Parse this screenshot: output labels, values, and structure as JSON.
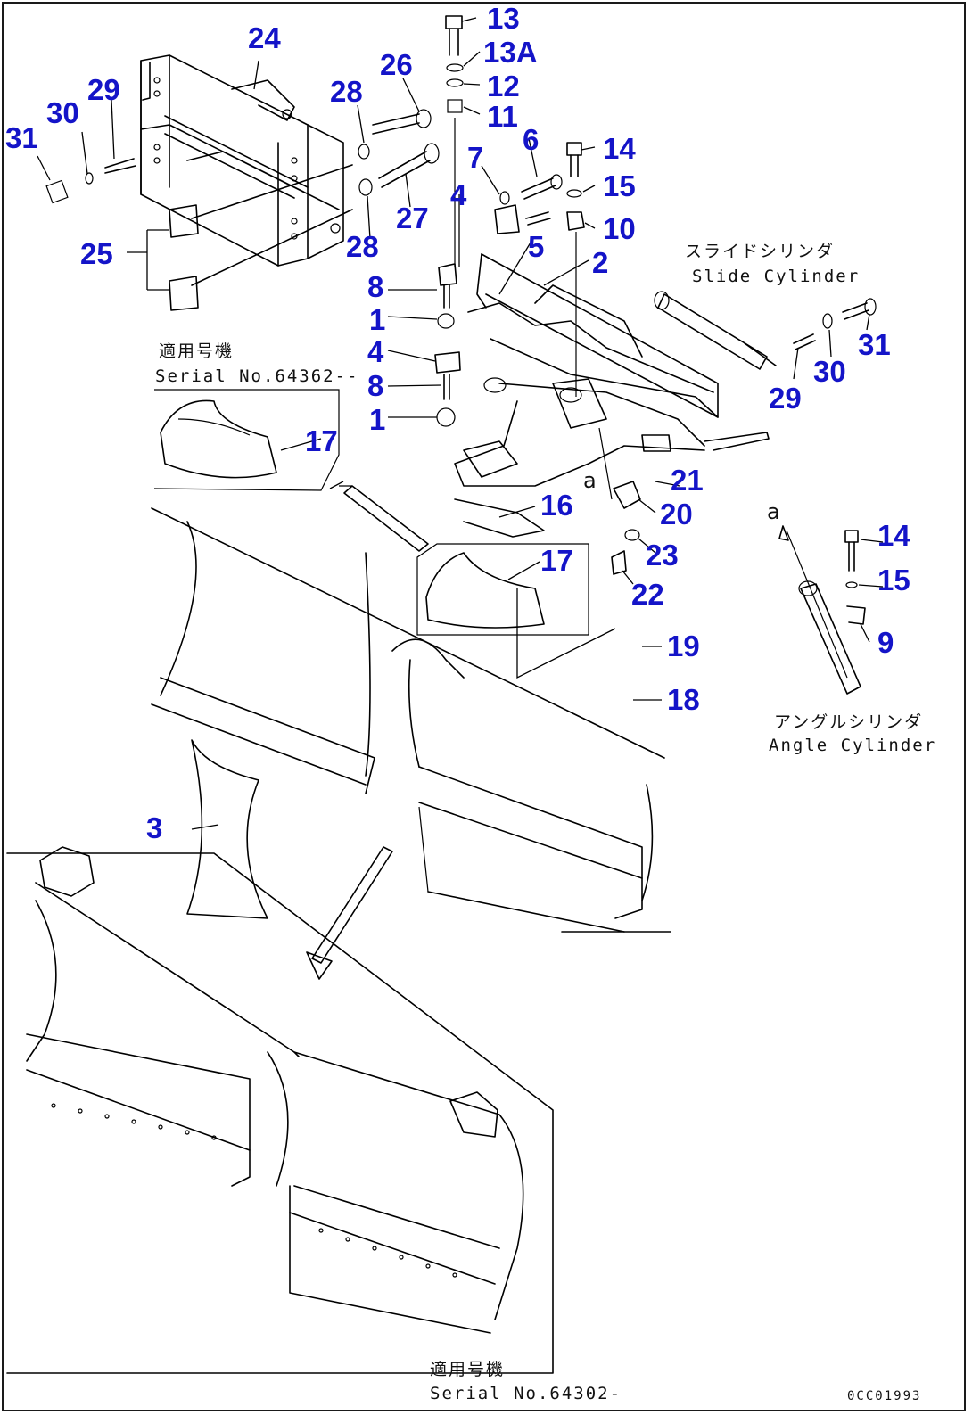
{
  "callouts": [
    "1",
    "1",
    "2",
    "3",
    "4",
    "4",
    "5",
    "6",
    "7",
    "8",
    "8",
    "9",
    "10",
    "11",
    "12",
    "13",
    "13A",
    "14",
    "14",
    "15",
    "15",
    "16",
    "17",
    "17",
    "18",
    "19",
    "20",
    "21",
    "22",
    "23",
    "24",
    "25",
    "26",
    "27",
    "28",
    "28",
    "29",
    "29",
    "30",
    "30",
    "31",
    "31"
  ],
  "labels": {
    "slide_cylinder_jp": "スライドシリンダ",
    "slide_cylinder_en": "Slide Cylinder",
    "angle_cylinder_jp": "アングルシリンダ",
    "angle_cylinder_en": "Angle Cylinder",
    "serial_top_jp": "適用号機",
    "serial_top_en": "Serial No.64362--",
    "serial_bottom_jp": "適用号機",
    "serial_bottom_en": "Serial No.64302-",
    "ref_a1": "a",
    "ref_a2": "a",
    "drawing_code": "0CC01993"
  },
  "colors": {
    "callout": "#1414c8",
    "line": "#000000"
  }
}
